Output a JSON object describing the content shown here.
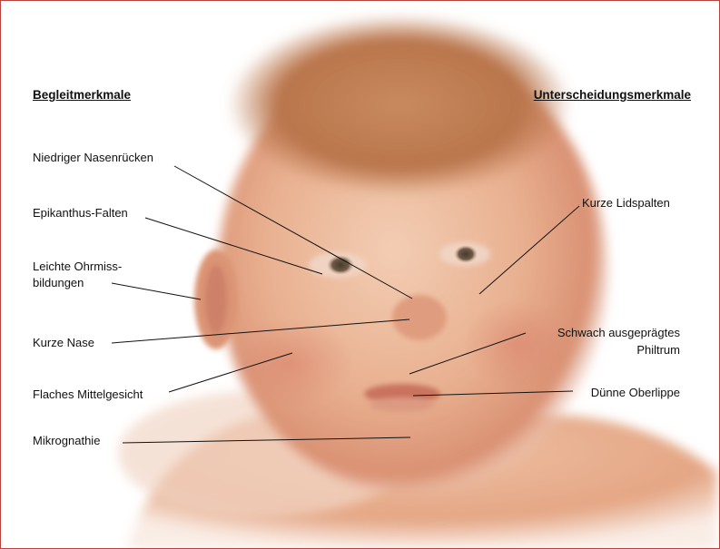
{
  "headers": {
    "left": "Begleitmerkmale",
    "right": "Unterscheidungsmerkmale"
  },
  "left_labels": [
    "Niedriger Nasenrücken",
    "Epikanthus-Falten",
    "Leichte Ohrmiss-",
    "bildungen",
    "Kurze Nase",
    "Flaches Mittelgesicht",
    "Mikrognathie"
  ],
  "right_labels": [
    "Kurze Lidspalten",
    "Schwach ausgeprägtes",
    "Philtrum",
    "Dünne Oberlippe"
  ],
  "colors": {
    "frame": "#b7433e",
    "skin": "#e9b293",
    "hair": "#b9754b",
    "label_text": "#111111"
  }
}
